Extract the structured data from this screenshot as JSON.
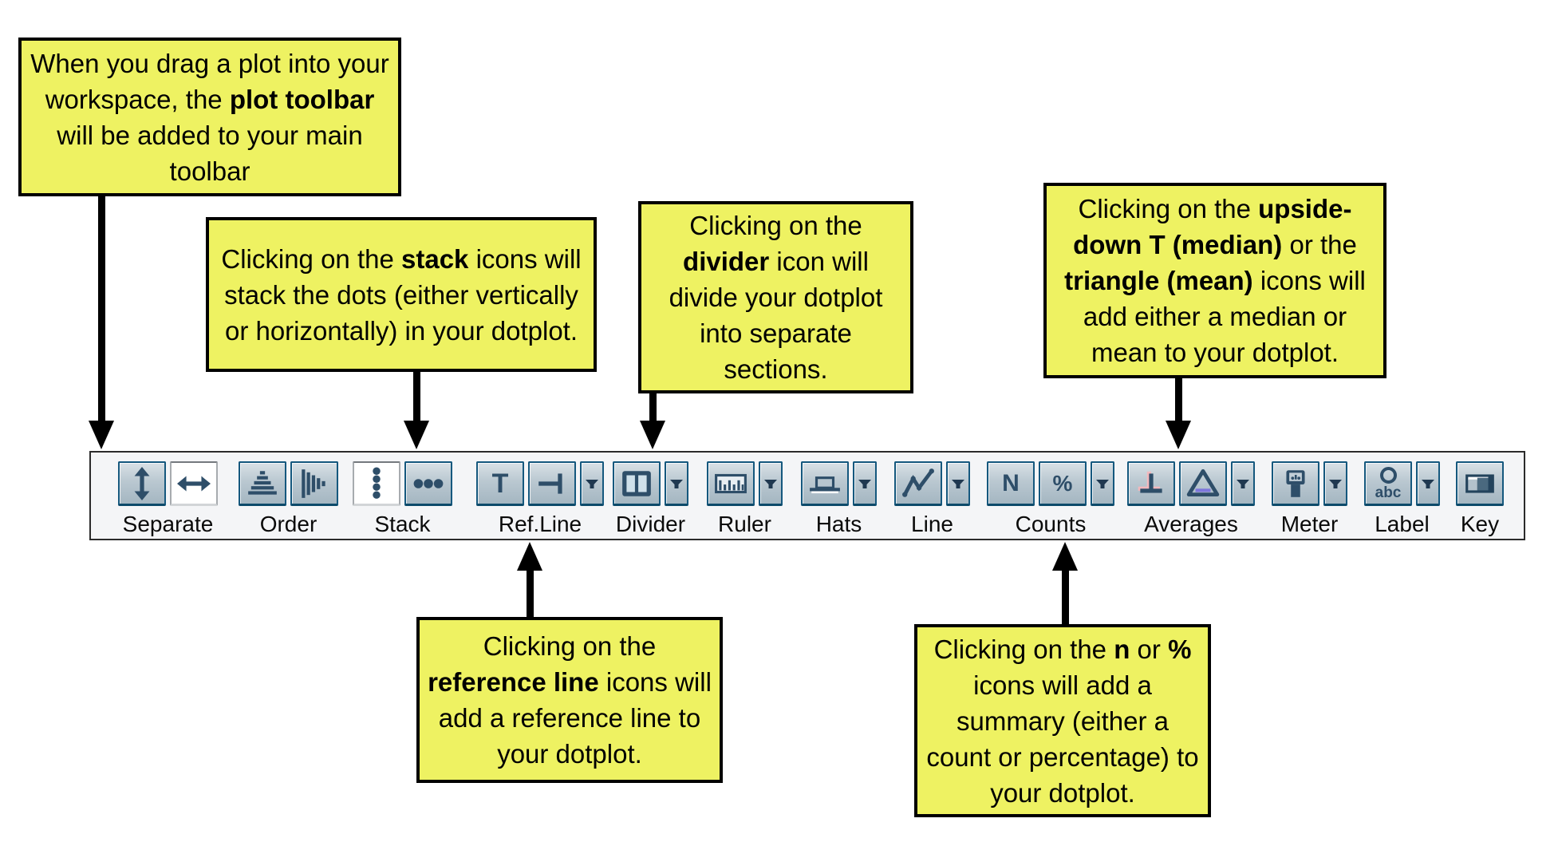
{
  "colors": {
    "callout_bg": "#eef262",
    "callout_border": "#000000",
    "toolbar_bg": "#f4f5f7",
    "toolbar_border": "#2b2b2b",
    "button_border": "#15587e",
    "button_face_top": "#d9e1e6",
    "button_face_bottom": "#a4b6c1",
    "selected_button_bg": "#ffffff",
    "icon_ink": "#2e4e69",
    "median_accent": "#f3b8bd",
    "mean_accent": "#7d76dc",
    "divider_panel": "#cfe0ea"
  },
  "callouts": {
    "plot_toolbar": {
      "segments": [
        {
          "t": "When you drag a plot into your workspace, the "
        },
        {
          "t": "plot toolbar",
          "b": true
        },
        {
          "t": " will be added to your main toolbar"
        }
      ]
    },
    "stack": {
      "segments": [
        {
          "t": "Clicking on the "
        },
        {
          "t": "stack",
          "b": true
        },
        {
          "t": " icons will stack the dots (either vertically or horizontally) in your dotplot."
        }
      ]
    },
    "divider": {
      "segments": [
        {
          "t": "Clicking on the "
        },
        {
          "t": "divider",
          "b": true
        },
        {
          "t": " icon will divide your dotplot into separate sections."
        }
      ]
    },
    "averages": {
      "segments": [
        {
          "t": "Clicking on the "
        },
        {
          "t": "upside-down T (median)",
          "b": true
        },
        {
          "t": " or the "
        },
        {
          "t": "triangle (mean)",
          "b": true
        },
        {
          "t": " icons will add either a median or mean to your dotplot."
        }
      ]
    },
    "ref_line": {
      "segments": [
        {
          "t": "Clicking on the "
        },
        {
          "t": "reference line",
          "b": true
        },
        {
          "t": " icons will add a reference line to your dotplot."
        }
      ]
    },
    "counts": {
      "segments": [
        {
          "t": "Clicking on the "
        },
        {
          "t": "n",
          "b": true
        },
        {
          "t": " or "
        },
        {
          "t": "%",
          "b": true
        },
        {
          "t": " icons will add a summary (either a count or percentage) to your dotplot."
        }
      ]
    }
  },
  "toolbar": {
    "groups": [
      {
        "label": "Separate"
      },
      {
        "label": "Order"
      },
      {
        "label": "Stack"
      },
      {
        "label": "Ref.Line"
      },
      {
        "label": "Divider"
      },
      {
        "label": "Ruler"
      },
      {
        "label": "Hats"
      },
      {
        "label": "Line"
      },
      {
        "label": "Counts"
      },
      {
        "label": "Averages"
      },
      {
        "label": "Meter"
      },
      {
        "label": "Label"
      },
      {
        "label": "Key"
      }
    ],
    "glyphs": {
      "ref_t": "T",
      "counts_n": "N",
      "counts_pct": "%",
      "label_abc": "abc"
    },
    "icons": {
      "separate_vertical": "arrows-up-down",
      "separate_horizontal": "arrows-left-right",
      "order_vertical": "cone-of-bars-vertical",
      "order_horizontal": "cone-of-bars-horizontal",
      "stack_vertical": "dot-column",
      "stack_horizontal": "dot-row",
      "ref_line_vertical": "T-bar",
      "ref_line_horizontal": "line-with-end-bar",
      "divider": "two-vertical-panels",
      "ruler": "ruler-ticks",
      "hats": "hat-plot",
      "line": "zigzag-line",
      "averages_median": "upside-down-T",
      "averages_mean": "triangle",
      "meter": "value-meter-gauge",
      "label": "ring-abc",
      "key": "color-key-swatch",
      "dropdown": "funnel-arrow"
    }
  }
}
